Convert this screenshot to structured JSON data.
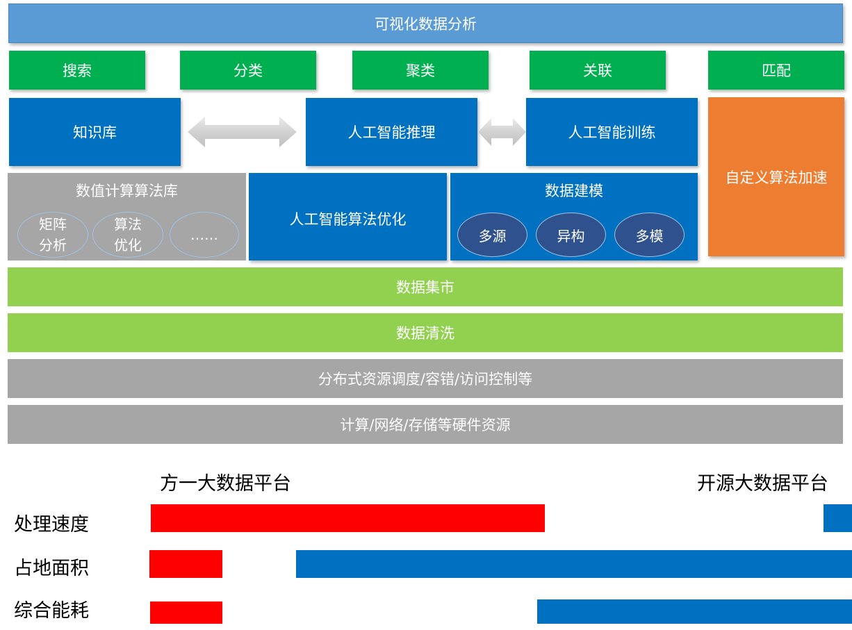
{
  "architecture": {
    "top_bar": "可视化数据分析",
    "functions": [
      "搜索",
      "分类",
      "聚类",
      "关联",
      "匹配"
    ],
    "knowledge_base": "知识库",
    "ai_inference": "人工智能推理",
    "ai_training": "人工智能训练",
    "custom_accel": "自定义算法加速",
    "numeric_lib": {
      "title": "数值计算算法库",
      "items": [
        {
          "line1": "矩阵",
          "line2": "分析"
        },
        {
          "line1": "算法",
          "line2": "优化"
        },
        {
          "line1": "……",
          "line2": ""
        }
      ]
    },
    "ai_algo_opt": "人工智能算法优化",
    "data_modeling": {
      "title": "数据建模",
      "items": [
        "多源",
        "异构",
        "多模"
      ]
    },
    "data_mart": "数据集市",
    "data_cleaning": "数据清洗",
    "distributed": "分布式资源调度/容错/访问控制等",
    "hardware": "计算/网络/存储等硬件资源"
  },
  "comparison": {
    "left_platform": "方一大数据平台",
    "right_platform": "开源大数据平台",
    "metrics": [
      "处理速度",
      "占地面积",
      "综合能耗"
    ],
    "colors": {
      "left": "#ff0000",
      "right": "#0070c0"
    }
  }
}
